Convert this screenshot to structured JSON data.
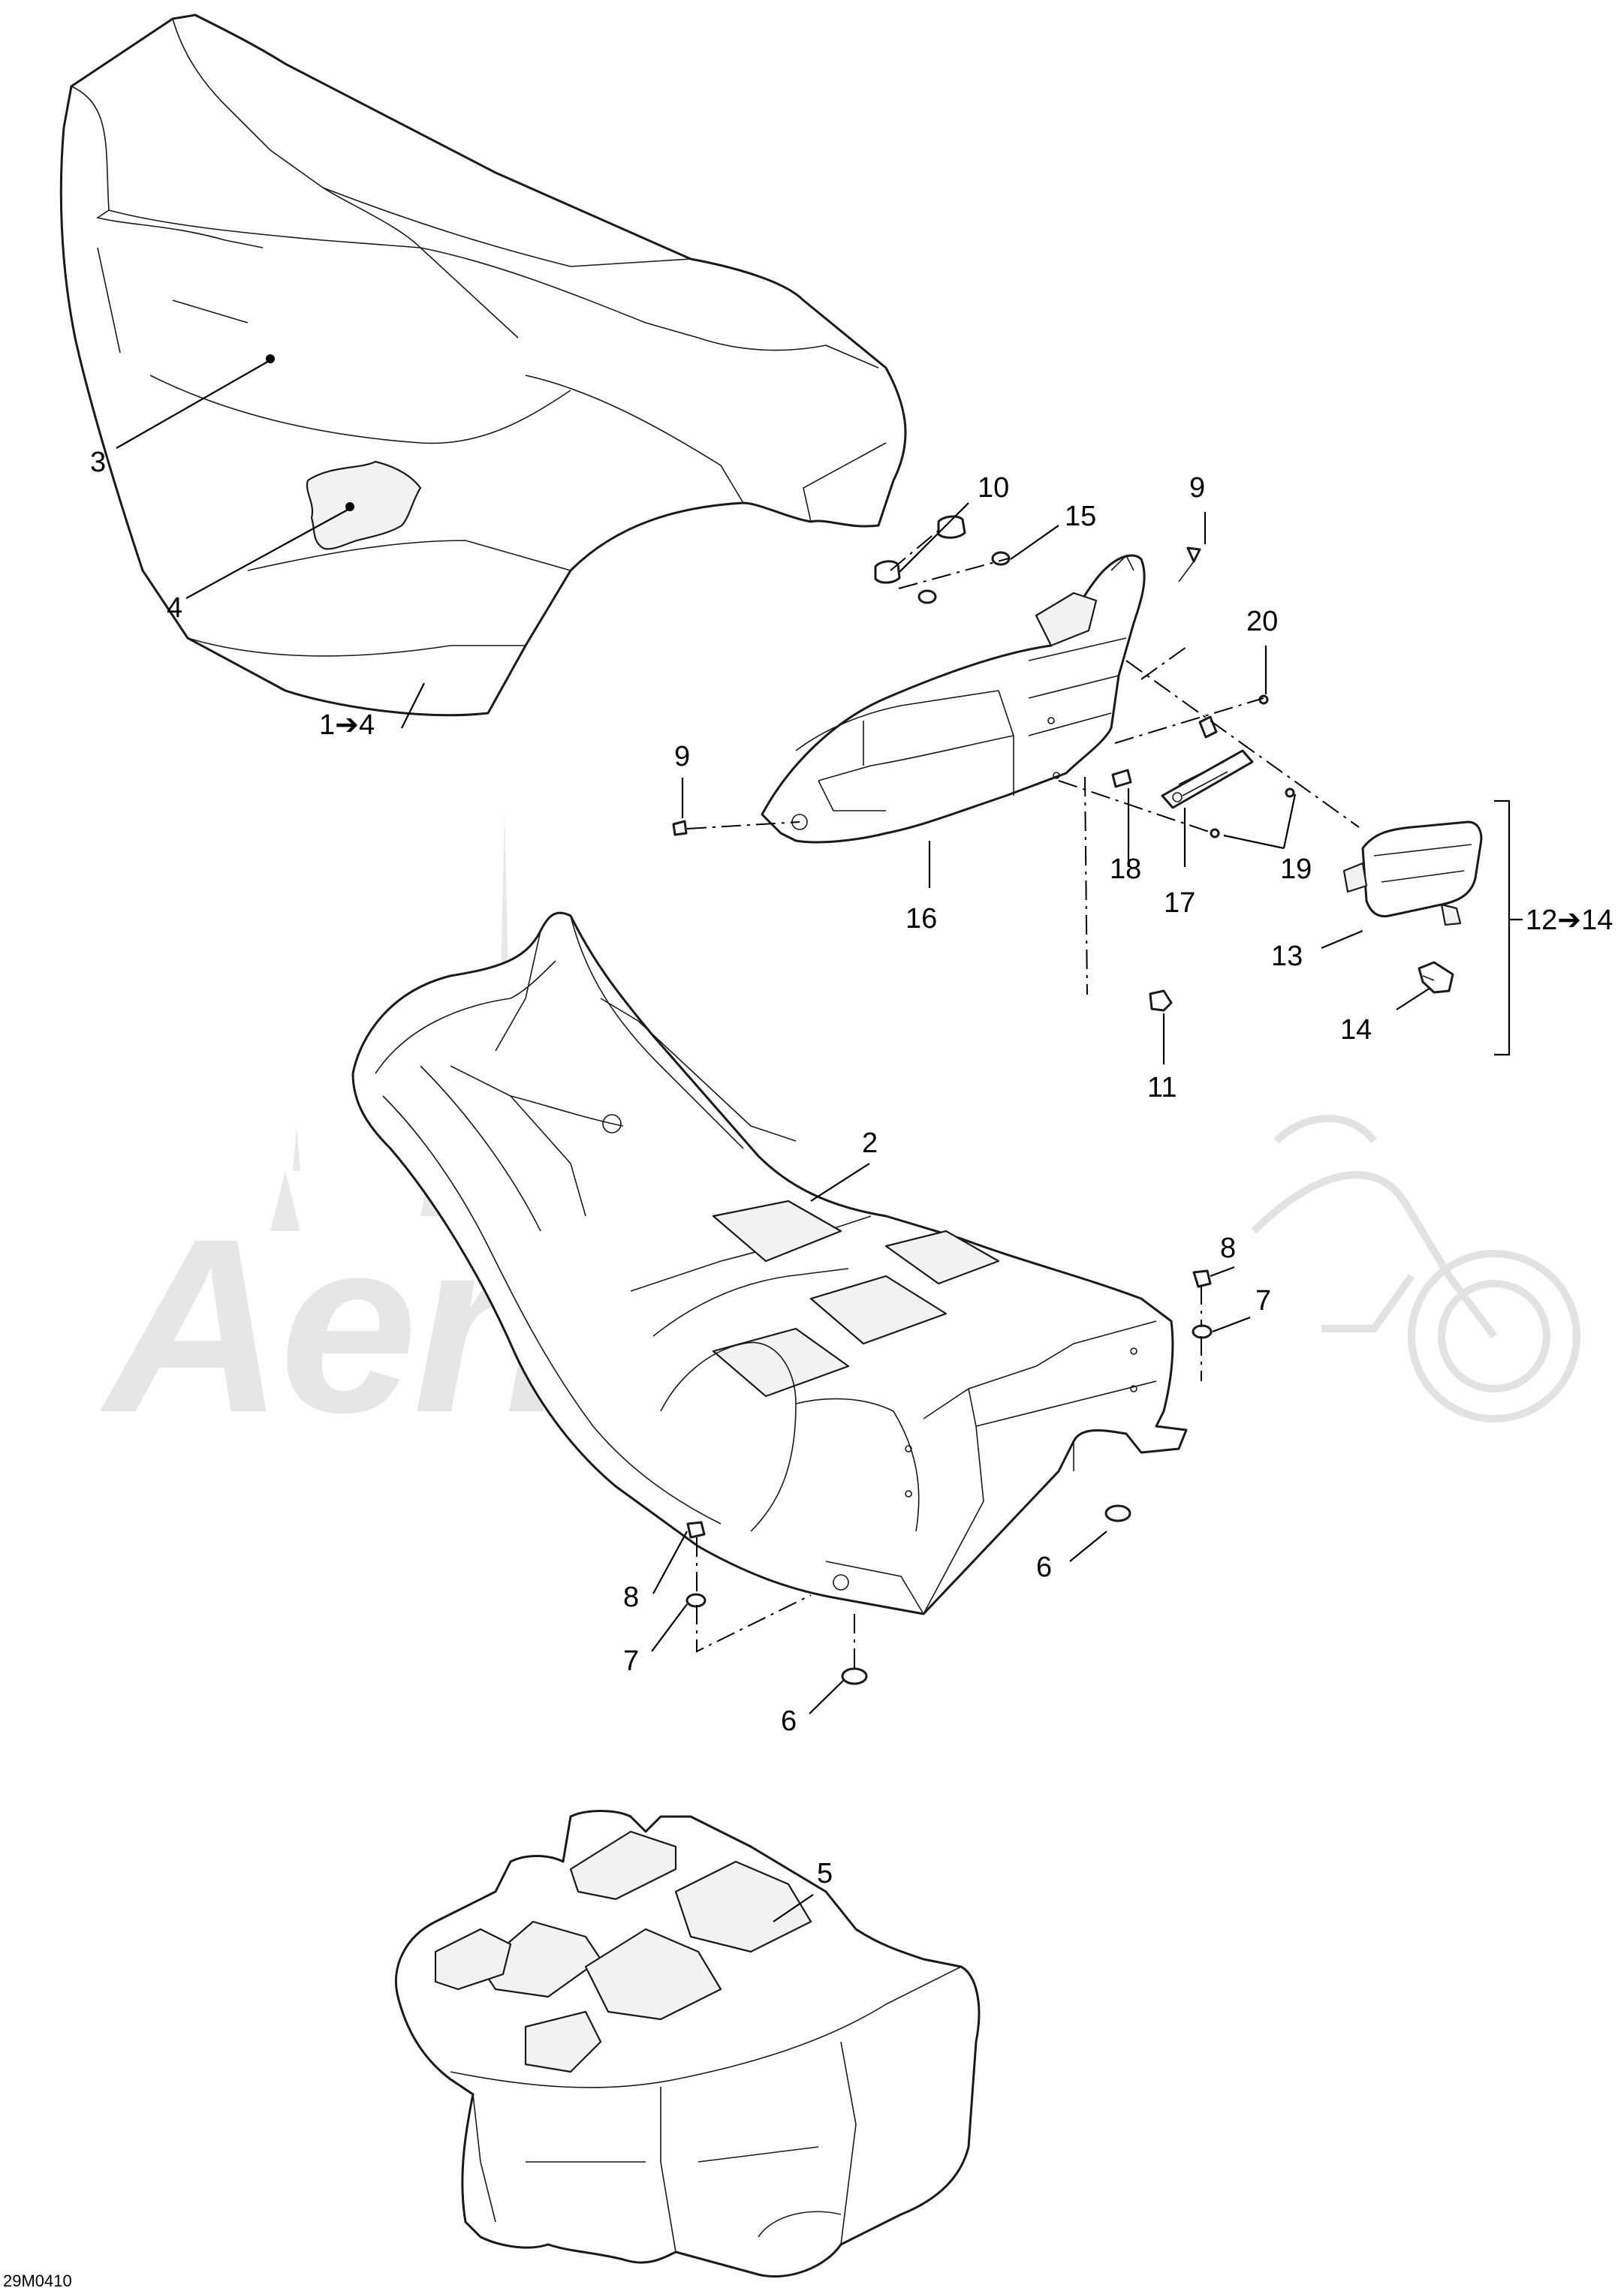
{
  "drawing_ref": "29M0410",
  "watermark": "AeriKam",
  "callouts": {
    "c1": "1",
    "c2": "2",
    "c3": "3",
    "c4": "4",
    "c5": "5",
    "c6a": "6",
    "c6b": "6",
    "c7a": "7",
    "c7b": "7",
    "c8a": "8",
    "c8b": "8",
    "c9a": "9",
    "c9b": "9",
    "c10": "10",
    "c11": "11",
    "c12": "12",
    "c13": "13",
    "c14": "14",
    "c15": "15",
    "c16": "16",
    "c17": "17",
    "c18": "18",
    "c19": "19",
    "c20": "20"
  },
  "ranges": {
    "seat_range": "1➔4",
    "light_range": "12➔14"
  }
}
